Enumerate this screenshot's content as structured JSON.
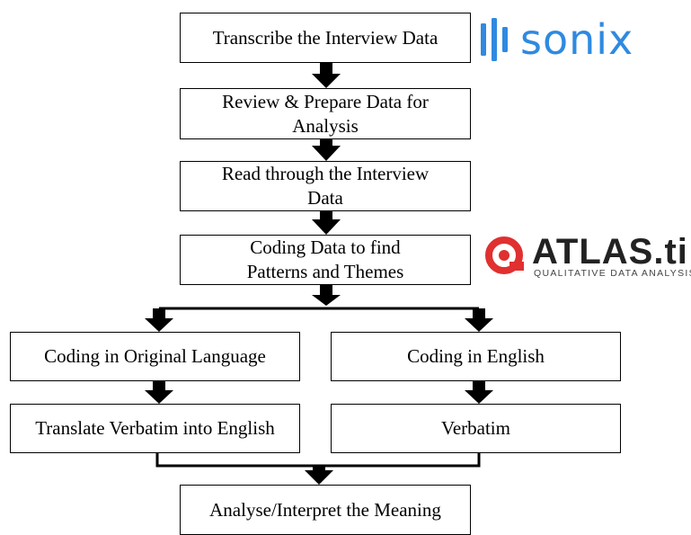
{
  "steps": {
    "transcribe": "Transcribe the Interview Data",
    "review": [
      "Review & Prepare Data for",
      "Analysis"
    ],
    "read": [
      "Read through the Interview",
      "Data"
    ],
    "coding": [
      "Coding Data to find",
      "Patterns and Themes"
    ],
    "coding_original": "Coding in Original Language",
    "coding_english": "Coding in English",
    "translate": "Translate Verbatim into English",
    "verbatim": "Verbatim",
    "analyse": "Analyse/Interpret the Meaning"
  },
  "logos": {
    "sonix": {
      "name": "sonix",
      "color": "#2f8ae0"
    },
    "atlas": {
      "name": "ATLAS.ti",
      "tagline": "QUALITATIVE DATA ANALYSIS",
      "color": "#e03030"
    }
  }
}
